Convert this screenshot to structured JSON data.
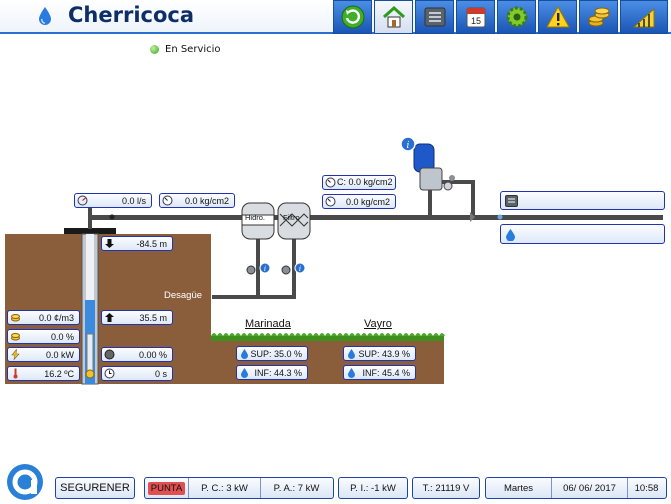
{
  "header": {
    "title": "Cherricoca",
    "nav": [
      {
        "name": "refresh-icon",
        "active": false
      },
      {
        "name": "home-icon",
        "active": true
      },
      {
        "name": "list-icon",
        "active": false
      },
      {
        "name": "calendar-icon",
        "label": "15",
        "active": false
      },
      {
        "name": "gear-icon",
        "active": false
      },
      {
        "name": "warning-icon",
        "active": false
      },
      {
        "name": "coins-icon",
        "active": false
      },
      {
        "name": "signal-icon",
        "active": false
      }
    ]
  },
  "status": {
    "text": "En Servicio",
    "color": "#3aa41a"
  },
  "readouts": {
    "flow": "0.0 l/s",
    "pressure_main": "0.0 kg/cm2",
    "pressure_c": "C: 0.0 kg/cm2",
    "pressure_line": "0.0 kg/cm2",
    "depth": "-84.5 m",
    "level": "35.5 m",
    "energy_m3": "0.0 ¢/m3",
    "percent1": "0.0 %",
    "power": "0.0 kW",
    "percent2": "0.00 %",
    "temperature": "16.2 ºC",
    "time": "0 s"
  },
  "tanks": {
    "hidro_label": "Hidro.",
    "filtro_label": "Filtro"
  },
  "desague": "Desagüe",
  "zones": [
    {
      "name": "Marinada",
      "sup": "SUP: 35.0 %",
      "inf": "INF: 44.3 %"
    },
    {
      "name": "Vayro",
      "sup": "SUP: 43.9 %",
      "inf": "INF: 45.4 %"
    }
  ],
  "right_panel": {
    "row1": "",
    "row2": ""
  },
  "bottom": {
    "brand": "SEGURENER",
    "tariff": "PUNTA",
    "pc": "P. C.: 3 kW",
    "pa": "P. A.: 7 kW",
    "pi": "P. I.: -1 kW",
    "t": "T.: 21119 V",
    "day": "Martes",
    "date": "06/ 06/ 2017",
    "clock": "10:58"
  },
  "colors": {
    "accent": "#1a55b5",
    "ground": "#8a5d3b",
    "grass": "#3f8f1e",
    "pipe": "#4a4a4a",
    "tariff": "#e05050"
  }
}
